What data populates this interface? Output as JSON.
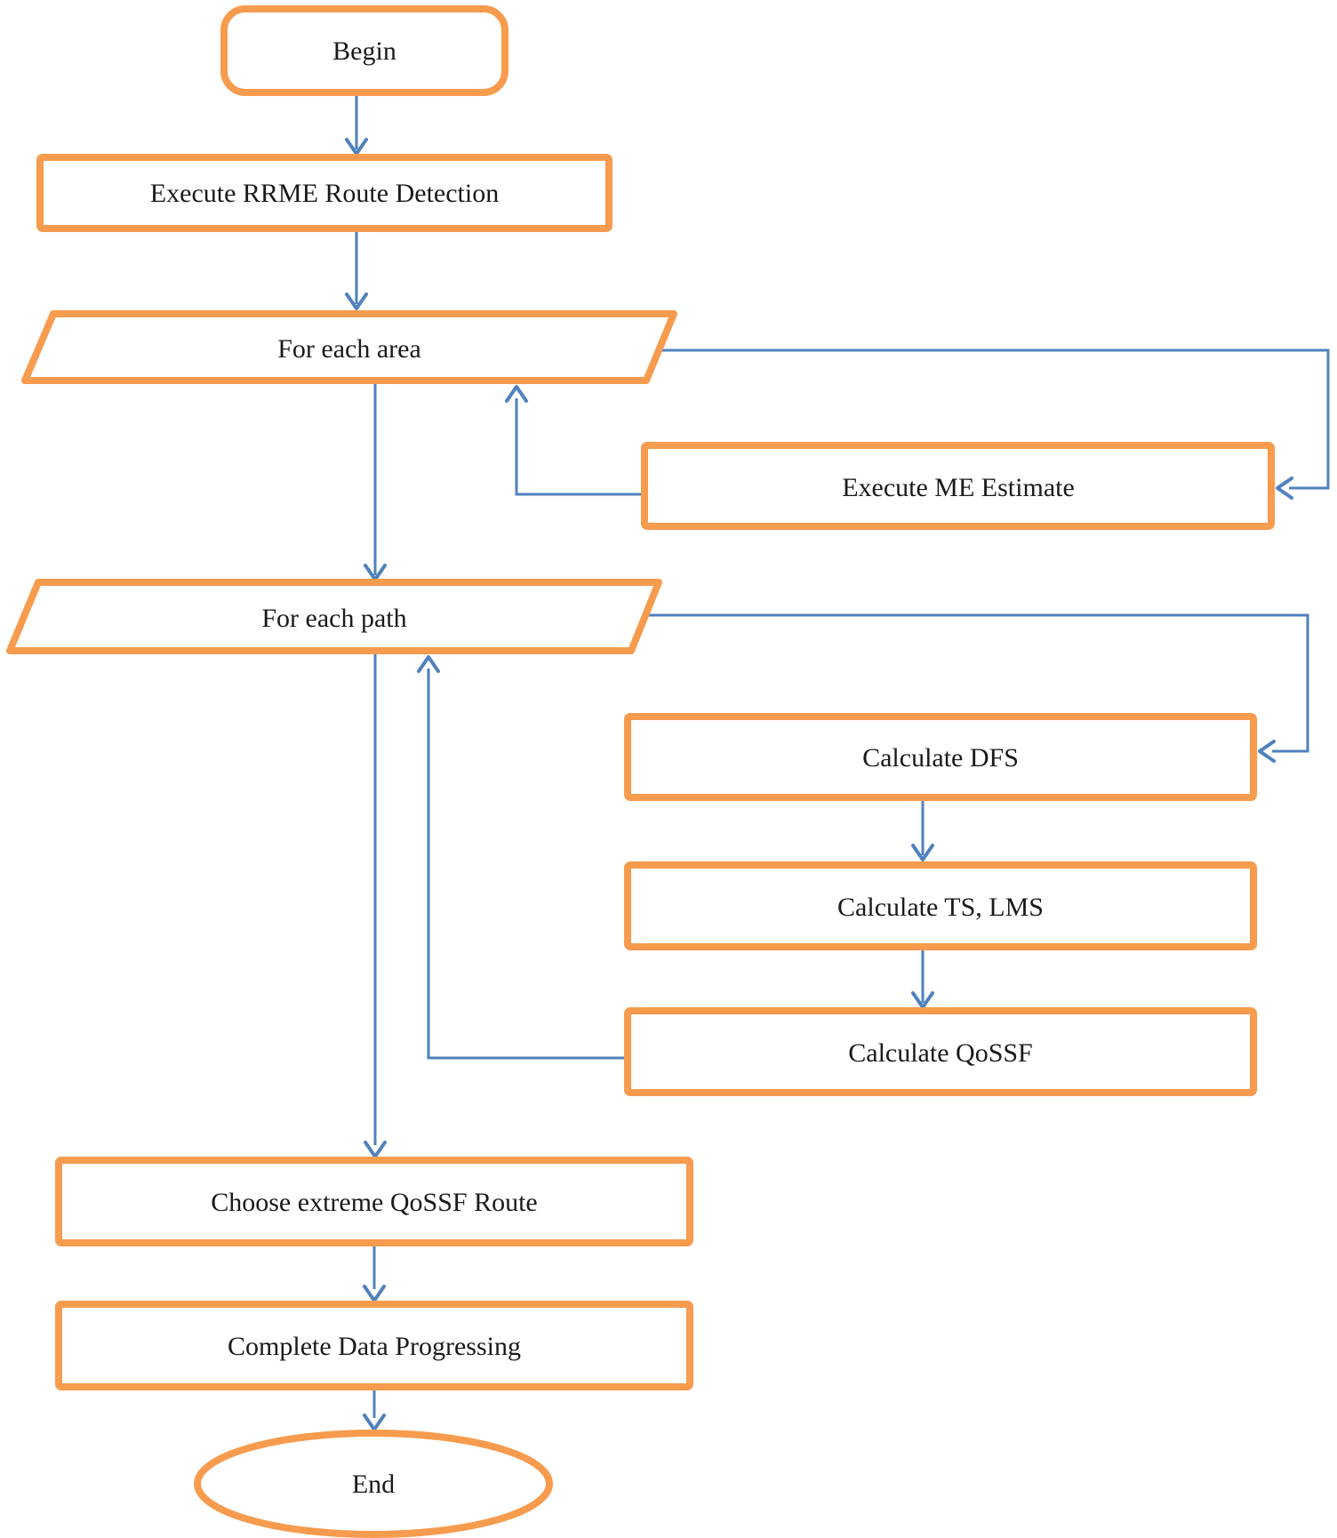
{
  "diagram": {
    "type": "flowchart",
    "colors": {
      "shape_border": "#F79B4E",
      "connector": "#4F81BD",
      "label_text": "#1A1A1A",
      "shape_fill": "#FFFFFF",
      "background": "#FFFFFF"
    },
    "nodes": {
      "begin": {
        "label": "Begin",
        "shape": "rounded-rectangle"
      },
      "execute_rrme": {
        "label": "Execute RRME Route Detection",
        "shape": "rectangle"
      },
      "for_each_area": {
        "label": "For each area",
        "shape": "parallelogram"
      },
      "execute_me_estimate": {
        "label": "Execute ME Estimate",
        "shape": "rectangle"
      },
      "for_each_path": {
        "label": "For each path",
        "shape": "parallelogram"
      },
      "calculate_dfs": {
        "label": "Calculate DFS",
        "shape": "rectangle"
      },
      "calculate_ts_lms": {
        "label": "Calculate TS, LMS",
        "shape": "rectangle"
      },
      "calculate_qossf": {
        "label": "Calculate QoSSF",
        "shape": "rectangle"
      },
      "choose_route": {
        "label": "Choose extreme QoSSF Route",
        "shape": "rectangle"
      },
      "complete_data": {
        "label": "Complete Data Progressing",
        "shape": "rectangle"
      },
      "end": {
        "label": "End",
        "shape": "ellipse"
      }
    },
    "edges": [
      {
        "from": "Begin",
        "to": "Execute RRME Route Detection",
        "kind": "straight"
      },
      {
        "from": "Execute RRME Route Detection",
        "to": "For each area",
        "kind": "straight"
      },
      {
        "from": "For each area",
        "to": "Execute ME Estimate",
        "kind": "loop-out"
      },
      {
        "from": "Execute ME Estimate",
        "to": "For each area",
        "kind": "loop-back"
      },
      {
        "from": "For each area",
        "to": "For each path",
        "kind": "straight"
      },
      {
        "from": "For each path",
        "to": "Calculate DFS",
        "kind": "loop-out"
      },
      {
        "from": "Calculate DFS",
        "to": "Calculate TS, LMS",
        "kind": "straight"
      },
      {
        "from": "Calculate TS, LMS",
        "to": "Calculate QoSSF",
        "kind": "straight"
      },
      {
        "from": "Calculate QoSSF",
        "to": "For each path",
        "kind": "loop-back"
      },
      {
        "from": "For each path",
        "to": "Choose extreme QoSSF Route",
        "kind": "straight"
      },
      {
        "from": "Choose extreme QoSSF Route",
        "to": "Complete Data Progressing",
        "kind": "straight"
      },
      {
        "from": "Complete Data Progressing",
        "to": "End",
        "kind": "straight"
      }
    ]
  }
}
